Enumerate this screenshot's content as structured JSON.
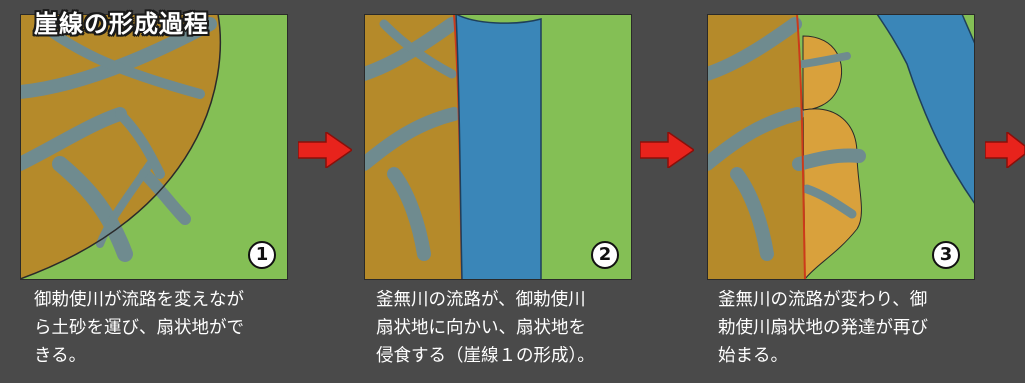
{
  "title": "崖線の形成過程",
  "panels": [
    {
      "number": "1",
      "caption": "御勅使川が流路を変えなが\nら土砂を運び、扇状地がで\nきる。"
    },
    {
      "number": "2",
      "caption": "釜無川の流路が、御勅使川\n扇状地に向かい、扇状地を\n侵食する（崖線１の形成）。"
    },
    {
      "number": "3",
      "caption": "釜無川の流路が変わり、御\n勅使川扇状地の発達が再び\n始まる。"
    }
  ],
  "colors": {
    "background": "#4a4a4a",
    "fan": "#b58a2a",
    "new_fan": "#d9a13c",
    "stream": "#6f8b8f",
    "plain": "#84bf55",
    "river": "#3a86b8",
    "arrow": "#e8231c"
  }
}
